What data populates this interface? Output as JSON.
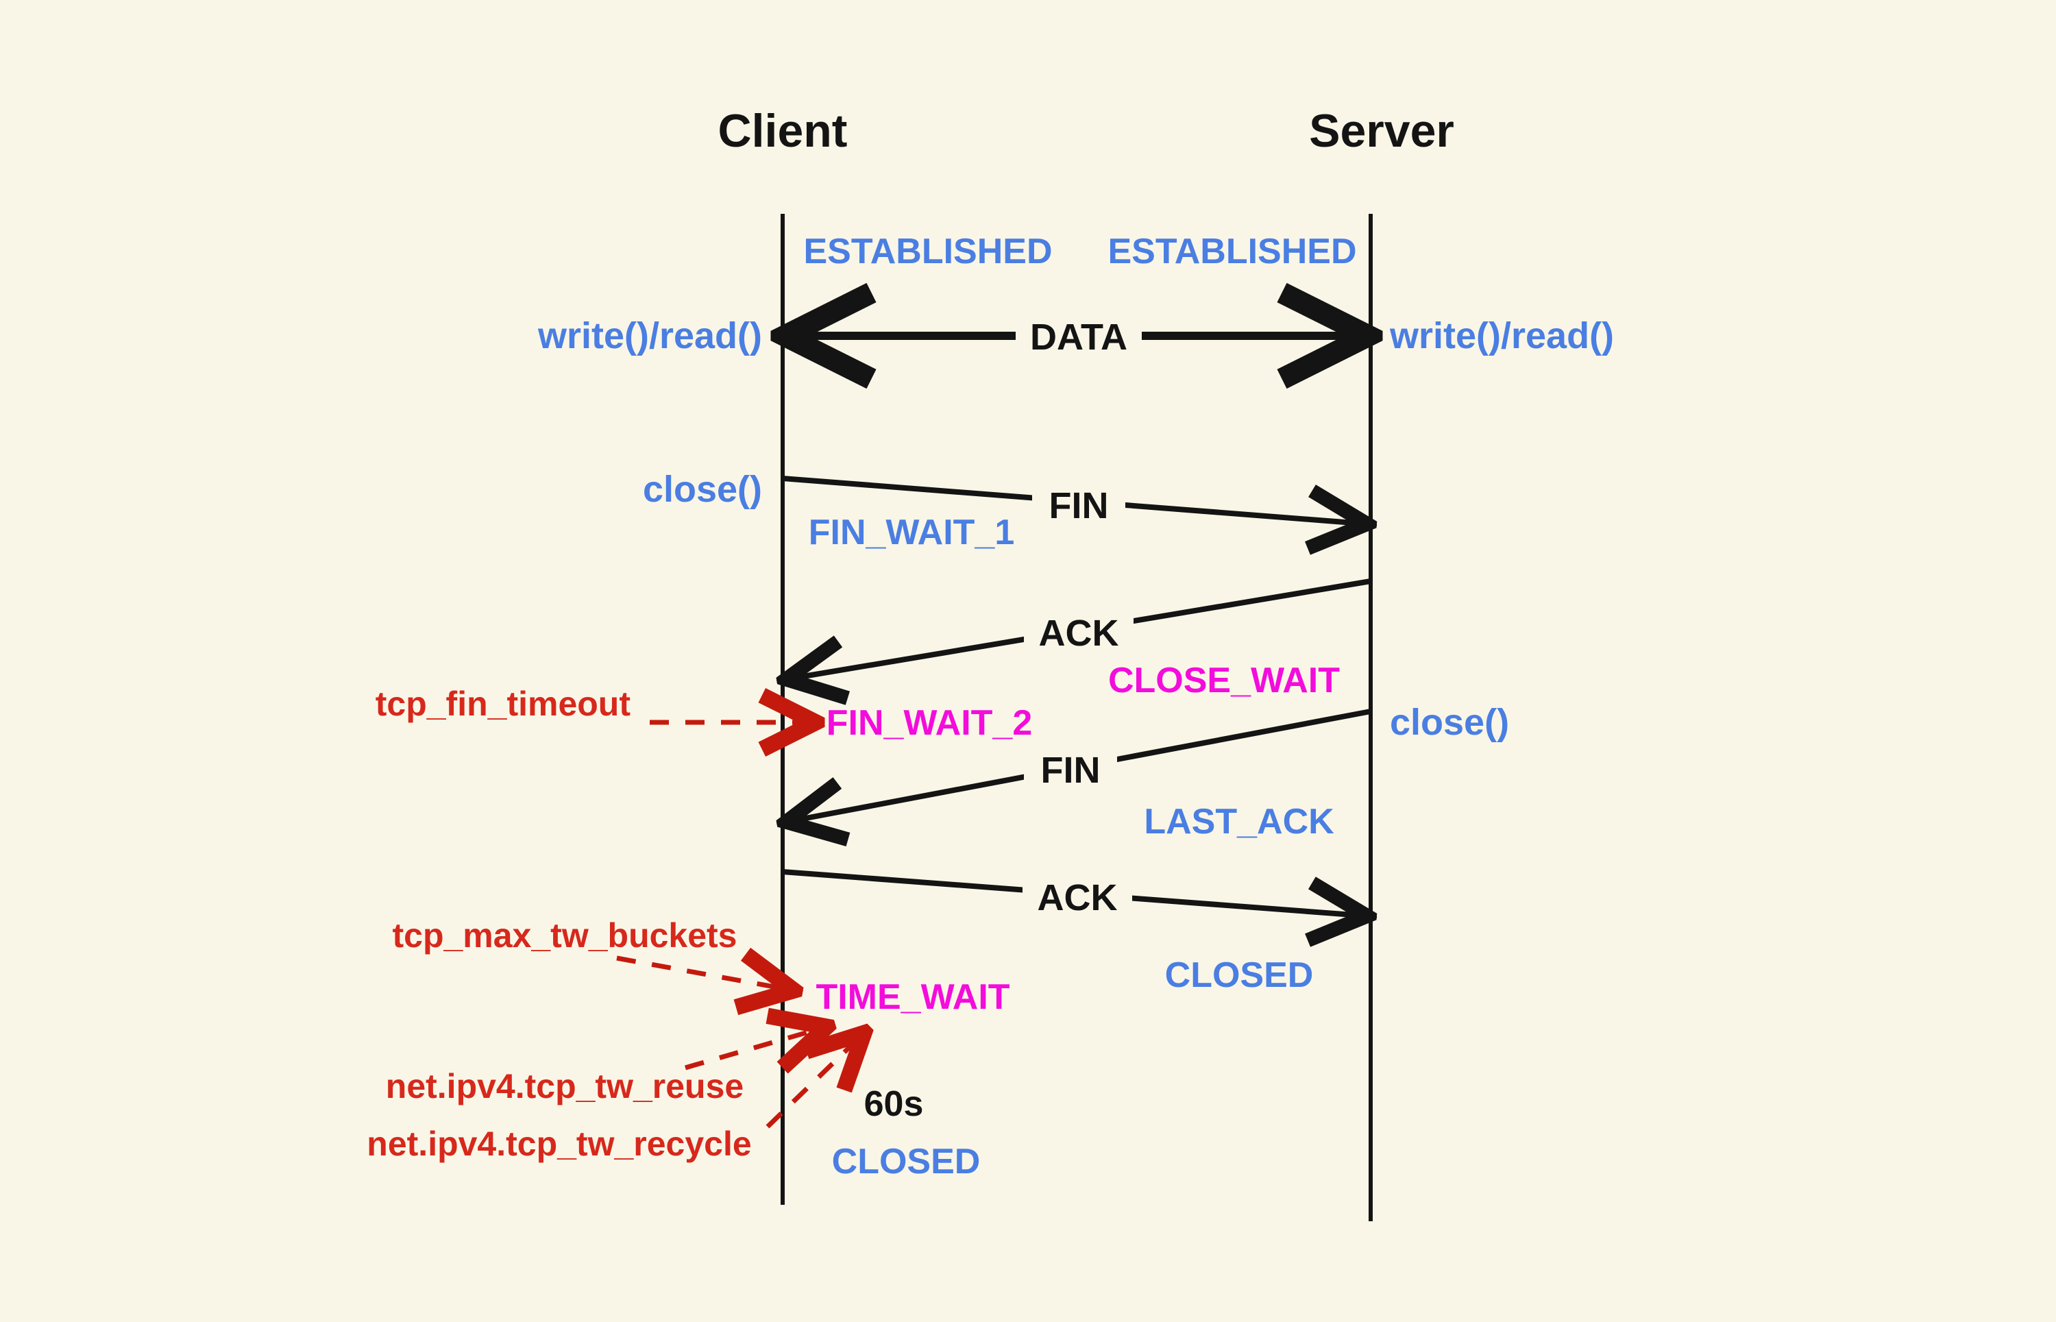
{
  "diagram": {
    "titles": {
      "client": "Client",
      "server": "Server"
    },
    "states": {
      "established": "ESTABLISHED",
      "fin_wait_1": "FIN_WAIT_1",
      "fin_wait_2": "FIN_WAIT_2",
      "close_wait": "CLOSE_WAIT",
      "last_ack": "LAST_ACK",
      "time_wait": "TIME_WAIT",
      "closed": "CLOSED"
    },
    "messages": {
      "data": "DATA",
      "fin": "FIN",
      "ack": "ACK"
    },
    "calls": {
      "write_read": "write()/read()",
      "close": "close()"
    },
    "sysctls": {
      "fin_timeout": "tcp_fin_timeout",
      "max_tw_buckets": "tcp_max_tw_buckets",
      "tw_reuse": "net.ipv4.tcp_tw_reuse",
      "tw_recycle": "net.ipv4.tcp_tw_recycle"
    },
    "timer": "60s",
    "colors": {
      "background": "#f9f6e7",
      "state_blue": "#4a7ee2",
      "state_magenta": "#f30cdc",
      "sysctl_red": "#d7281c",
      "dashed_arrow_red": "#c41a0e",
      "line_black": "#141414"
    }
  }
}
